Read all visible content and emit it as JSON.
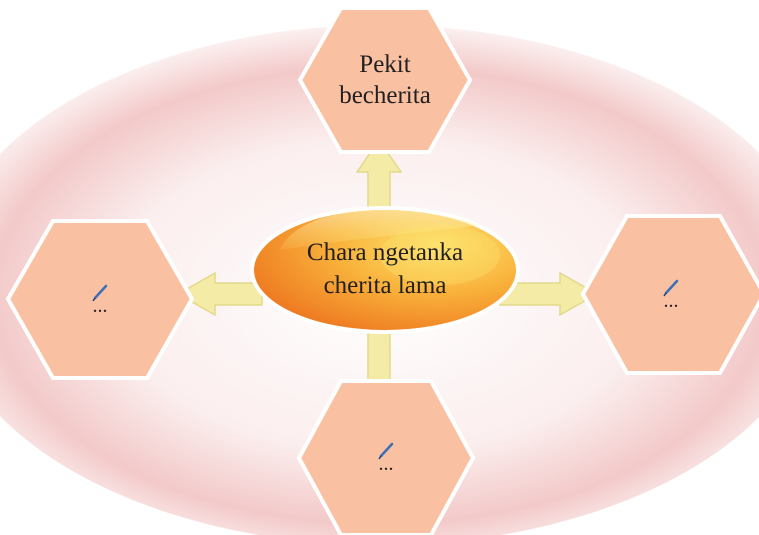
{
  "center": {
    "line1": "Chara ngetanka",
    "line2": "cherita lama"
  },
  "top_node": {
    "line1": "Pekit",
    "line2": "becherita"
  },
  "left_node": {
    "dots": "...",
    "icon": "pen-icon"
  },
  "right_node": {
    "dots": "...",
    "icon": "pen-icon"
  },
  "bottom_node": {
    "dots": "...",
    "icon": "pen-icon"
  },
  "colors": {
    "hex_fill": "#f9c1a2",
    "hex_stroke": "#ffffff",
    "arrow": "#f3eba6",
    "ellipse_dark": "#ee7a1f",
    "ellipse_light": "#fdd95e"
  }
}
